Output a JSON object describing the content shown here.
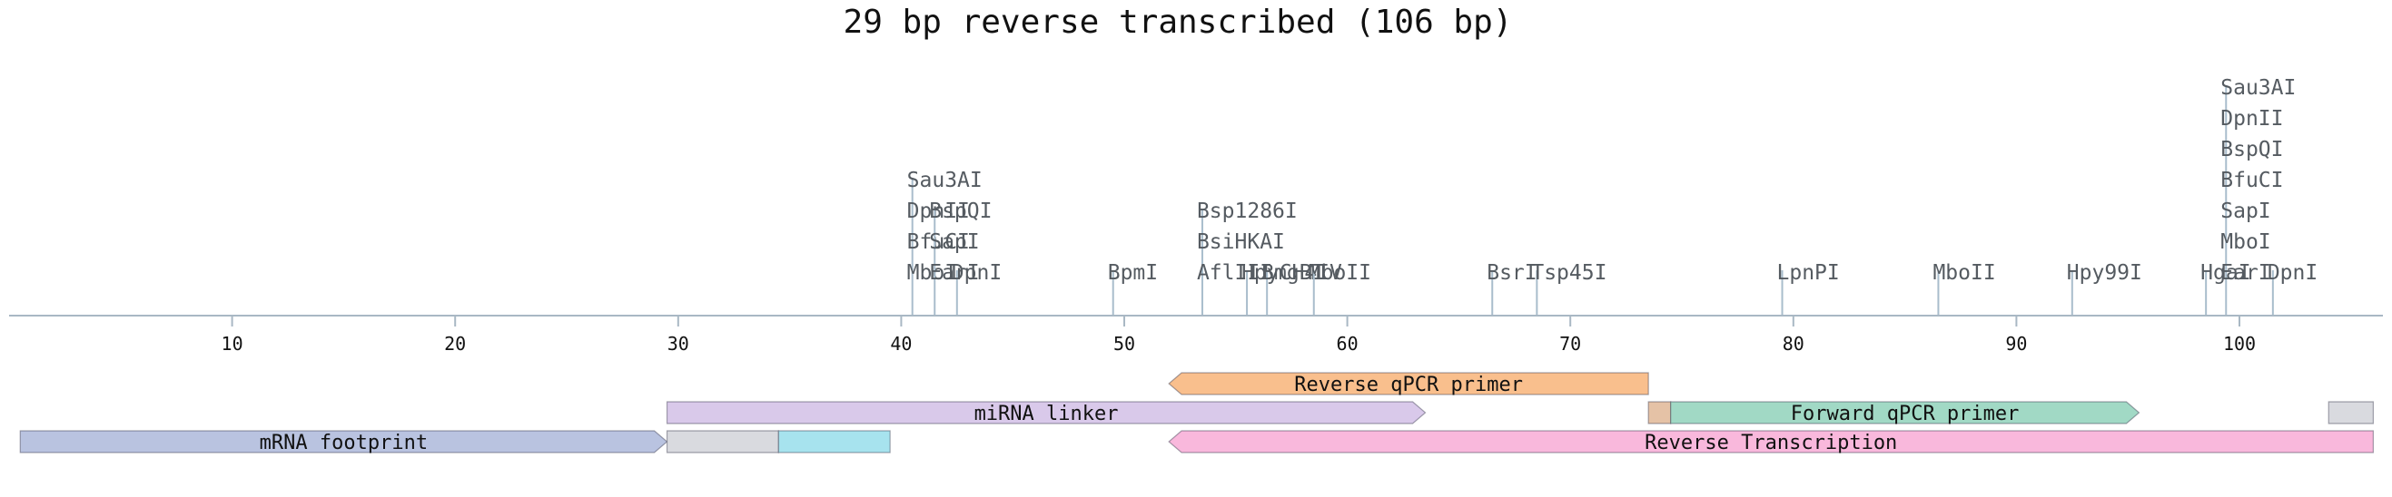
{
  "title": "29 bp reverse transcribed (106 bp)",
  "sequence_length": 106,
  "axis": {
    "ticks": [
      10,
      20,
      30,
      40,
      50,
      60,
      70,
      80,
      90,
      100
    ],
    "line_color": "#a9b8c4"
  },
  "cut_sites": [
    {
      "pos": 40.5,
      "names": [
        "MboI",
        "BfuCI",
        "DpnII",
        "Sau3AI"
      ]
    },
    {
      "pos": 41.5,
      "names": [
        "EarI",
        "SapI",
        "BspQI"
      ]
    },
    {
      "pos": 42.5,
      "names": [
        "DpnI"
      ]
    },
    {
      "pos": 49.5,
      "names": [
        "BpmI"
      ]
    },
    {
      "pos": 53.5,
      "names": [
        "AflIII",
        "BsiHKAI",
        "Bsp1286I"
      ]
    },
    {
      "pos": 55.5,
      "names": [
        "HpyCH4IV"
      ]
    },
    {
      "pos": 56.4,
      "names": [
        "BmgBI"
      ]
    },
    {
      "pos": 58.5,
      "names": [
        "MboII"
      ]
    },
    {
      "pos": 66.5,
      "names": [
        "BsrI"
      ]
    },
    {
      "pos": 68.5,
      "names": [
        "Tsp45I"
      ]
    },
    {
      "pos": 79.5,
      "names": [
        "LpnPI"
      ]
    },
    {
      "pos": 86.5,
      "names": [
        "MboII"
      ]
    },
    {
      "pos": 92.5,
      "names": [
        "Hpy99I"
      ]
    },
    {
      "pos": 98.5,
      "names": [
        "HgaI"
      ]
    },
    {
      "pos": 99.4,
      "names": [
        "EarI",
        "MboI",
        "SapI",
        "BfuCI",
        "BspQI",
        "DpnII",
        "Sau3AI"
      ]
    },
    {
      "pos": 101.5,
      "names": [
        "DpnI"
      ]
    }
  ],
  "features": [
    {
      "label": "Reverse qPCR primer",
      "start": 52,
      "end": 73.5,
      "strand": "reverse",
      "row": 0,
      "color": "#f9bf8d"
    },
    {
      "label": "miRNA linker",
      "start": 29.5,
      "end": 63.5,
      "strand": "forward",
      "row": 1,
      "color": "#d9c9ea"
    },
    {
      "label": "",
      "start": 73.5,
      "end": 74.5,
      "strand": "none",
      "row": 1,
      "color": "#e5c2a6"
    },
    {
      "label": "Forward qPCR primer",
      "start": 74.5,
      "end": 95.5,
      "strand": "forward",
      "row": 1,
      "color": "#a1d9c5"
    },
    {
      "label": "",
      "start": 104,
      "end": 106,
      "strand": "none",
      "row": 1,
      "color": "#d9dadf"
    },
    {
      "label": "mRNA footprint",
      "start": 0.5,
      "end": 29.5,
      "strand": "forward",
      "row": 2,
      "color": "#b9c3e0"
    },
    {
      "label": "",
      "start": 29.5,
      "end": 34.5,
      "strand": "none",
      "row": 2,
      "color": "#d9dadf"
    },
    {
      "label": "",
      "start": 34.5,
      "end": 39.5,
      "strand": "none",
      "row": 2,
      "color": "#a7e3ee"
    },
    {
      "label": "Reverse Transcription",
      "start": 52,
      "end": 106,
      "strand": "reverse",
      "row": 2,
      "color": "#f9b8dc"
    }
  ]
}
